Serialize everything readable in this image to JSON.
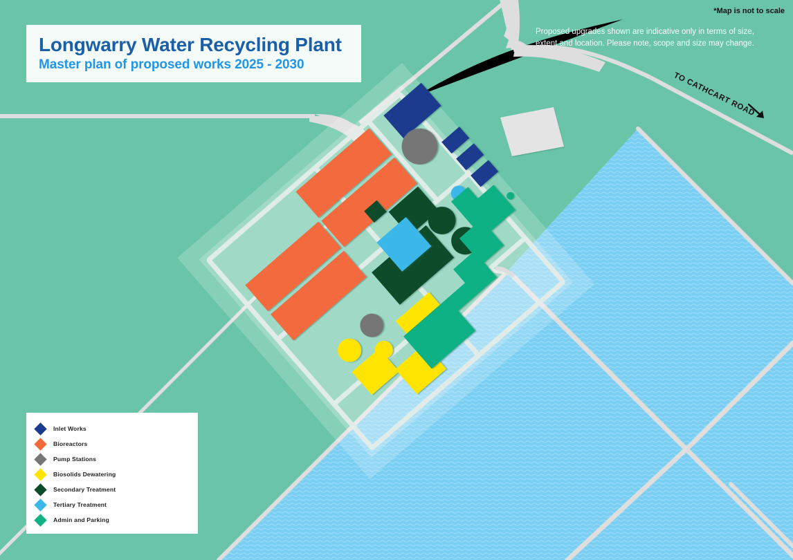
{
  "title": {
    "main": "Longwarry Water Recycling Plant",
    "sub": "Master plan of proposed works 2025 - 2030"
  },
  "notes": {
    "scale": "*Map is not to scale",
    "disclaimer": "Proposed upgrades shown are indicative only in terms of size, extent and location. Please note, scope and size may change."
  },
  "road_label": {
    "text": "TO CATHCART ROAD",
    "arrow_icon": "arrow-right-down-icon"
  },
  "legend": {
    "items": [
      {
        "label": "Inlet Works",
        "color": "#1b3a8f"
      },
      {
        "label": "Bioreactors",
        "color": "#f26a3c"
      },
      {
        "label": "Pump Stations",
        "color": "#767676"
      },
      {
        "label": "Biosolids Dewatering",
        "color": "#ffe400"
      },
      {
        "label": "Secondary Treatment",
        "color": "#0c4b2b"
      },
      {
        "label": "Tertiary Treatment",
        "color": "#3bb7ea"
      },
      {
        "label": "Admin and Parking",
        "color": "#10b183"
      }
    ]
  },
  "map": {
    "colors": {
      "land": "#6ac5a8",
      "site_overlay": "#9ddcc4",
      "site_overlay_outer": "#8fd5bd",
      "road": "#dedede",
      "water": "#79cef2",
      "water_wave": "#8fd8f5",
      "building_grey": "#e2e2e2",
      "inlet_works": "#1b3a8f",
      "bioreactors": "#f26a3c",
      "pump_stations": "#767676",
      "biosolids": "#ffe400",
      "secondary": "#0c4b2b",
      "tertiary": "#3bb7ea",
      "admin": "#10b183"
    },
    "features": {
      "site_rotation_deg": -41,
      "lagoon_count": 6,
      "existing_building": "rectangular-shed",
      "bioreactor_count": 4,
      "biosolids_tank_count": 2,
      "pump_station_count": 2,
      "inlet_tank_count": 3
    }
  }
}
